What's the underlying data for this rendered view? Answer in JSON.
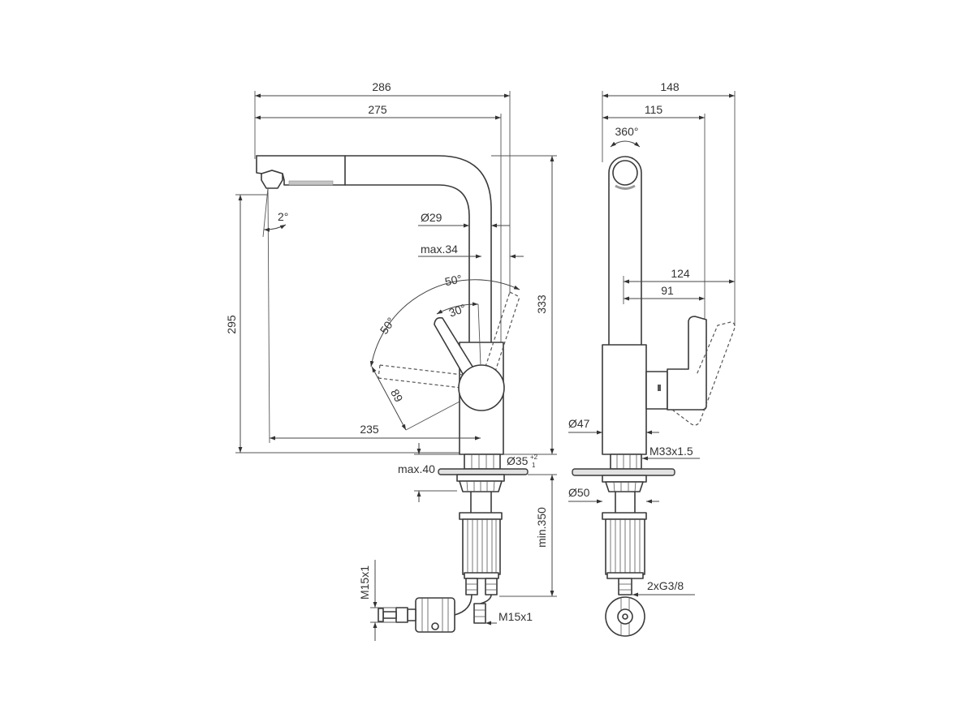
{
  "front_view": {
    "dim_overall_width": "286",
    "dim_spout_reach": "275",
    "angle_spout_tilt": "2°",
    "dim_spout_diameter": "Ø29",
    "dim_max_34": "max.34",
    "angle_lever_top": "50°",
    "angle_lever_mid": "30°",
    "angle_lever_left": "50°",
    "dim_lever_89": "89",
    "dim_height": "333",
    "dim_outlet_height": "295",
    "dim_outlet_reach": "235",
    "dim_hole_diameter": "Ø35",
    "tol_upper": "+2",
    "tol_lower": "1",
    "dim_max_40": "max.40",
    "dim_min_350": "min.350",
    "thread_hose_vertical": "M15x1",
    "thread_hose_right": "M15x1"
  },
  "side_view": {
    "dim_width": "148",
    "dim_depth": "115",
    "angle_swivel": "360°",
    "dim_124": "124",
    "dim_91": "91",
    "dim_body_diameter": "Ø47",
    "thread_shank": "M33x1.5",
    "dim_base_diameter": "Ø50",
    "connections": "2xG3/8"
  }
}
